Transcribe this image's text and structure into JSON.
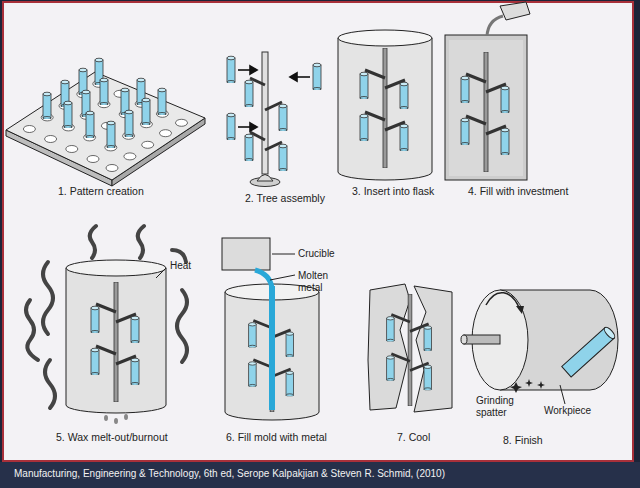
{
  "diagram": {
    "caption": "Manufacturing, Engineering & Technology, 6th ed, Serope Kalpakjian & Steven R. Schmid, (2010)",
    "labels": [
      "1. Pattern creation",
      "2. Tree assembly",
      "3. Insert into flask",
      "4. Fill with investment",
      "5. Wax melt-out/burnout",
      "6. Fill mold with metal",
      "7. Cool",
      "8. Finish",
      "Heat",
      "Crucible",
      "Molten metal",
      "Grinding spatter",
      "Workpiece"
    ]
  }
}
